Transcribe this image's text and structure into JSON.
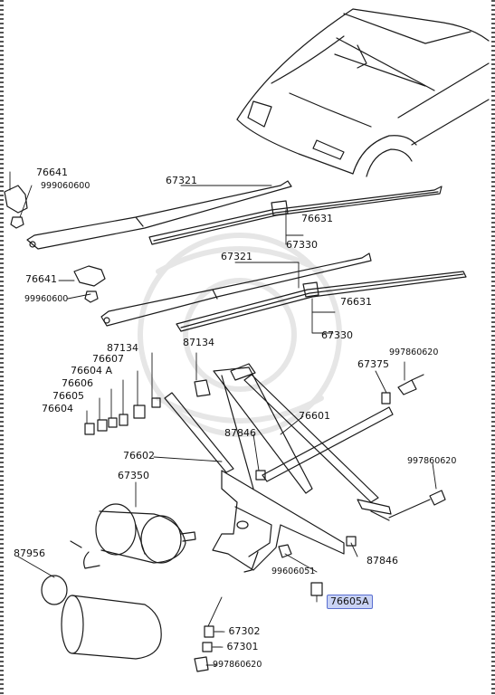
{
  "labels": {
    "p76641_a": "76641",
    "p999060600_a": "999060600",
    "p67321_a": "67321",
    "p76631_a": "76631",
    "p67330_a": "67330",
    "p67321_b": "67321",
    "p76641_b": "76641",
    "p99960600_b": "99960600",
    "p76631_b": "76631",
    "p67330_b": "67330",
    "p87134_a": "87134",
    "p87134_b": "87134",
    "p76607": "76607",
    "p76604A": "76604 A",
    "p76606": "76606",
    "p76605": "76605",
    "p76604": "76604",
    "p997860620_a": "997860620",
    "p67375": "67375",
    "p76601": "76601",
    "p87846_a": "87846",
    "p76602": "76602",
    "p997860620_b": "997860620",
    "p67350": "67350",
    "p87956": "87956",
    "p99606051": "99606051",
    "p87846_b": "87846",
    "p76605A": "76605A",
    "p67302": "- 67302",
    "p67301": "- 67301",
    "p997860620_c": "997860620"
  },
  "colors": {
    "line": "#1a1a1a",
    "highlight_bg": "#c9d3f5",
    "highlight_border": "#5a6fd1"
  }
}
